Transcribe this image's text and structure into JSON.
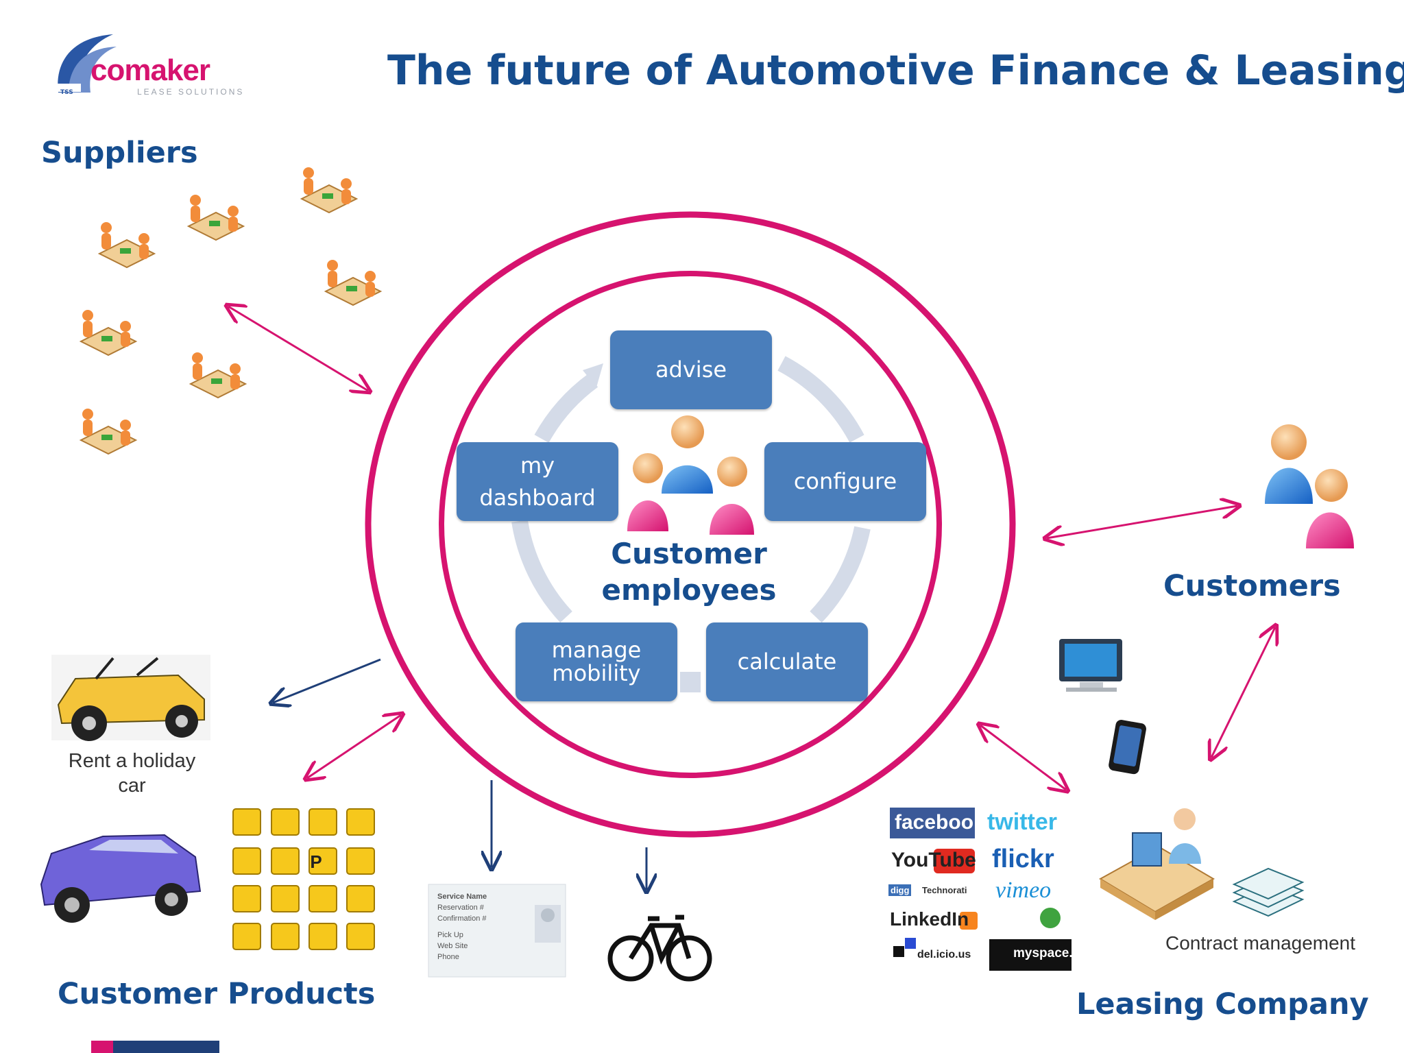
{
  "title": "The future of Automotive Finance & Leasing",
  "logo": {
    "brand": "comaker",
    "tagline": "LEASE SOLUTIONS",
    "badge": "TSS"
  },
  "sections": {
    "suppliers": "Suppliers",
    "customers": "Customers",
    "customer_products": "Customer Products",
    "leasing_company": "Leasing Company"
  },
  "center": {
    "label": "Customer employees"
  },
  "cycle": [
    "advise",
    "configure",
    "calculate",
    "manage mobility",
    "my dashboard"
  ],
  "captions": {
    "rent_car": "Rent a holiday car",
    "contract": "Contract management"
  },
  "social_logos": [
    "facebook",
    "twitter",
    "YouTube",
    "flickr",
    "digg",
    "Technorati",
    "vimeo",
    "LinkedIn",
    "del.icio.us",
    "myspace.com"
  ],
  "service_card": [
    "Service Name",
    "Reservation #",
    "Confirmation #",
    "Pick Up",
    "Web Site",
    "Phone"
  ],
  "colors": {
    "ring": "#d6136f",
    "stage": "#4a7ebb",
    "navy": "#164d8e",
    "arrow_pink": "#d6136f",
    "arrow_navy": "#1f3f78"
  }
}
